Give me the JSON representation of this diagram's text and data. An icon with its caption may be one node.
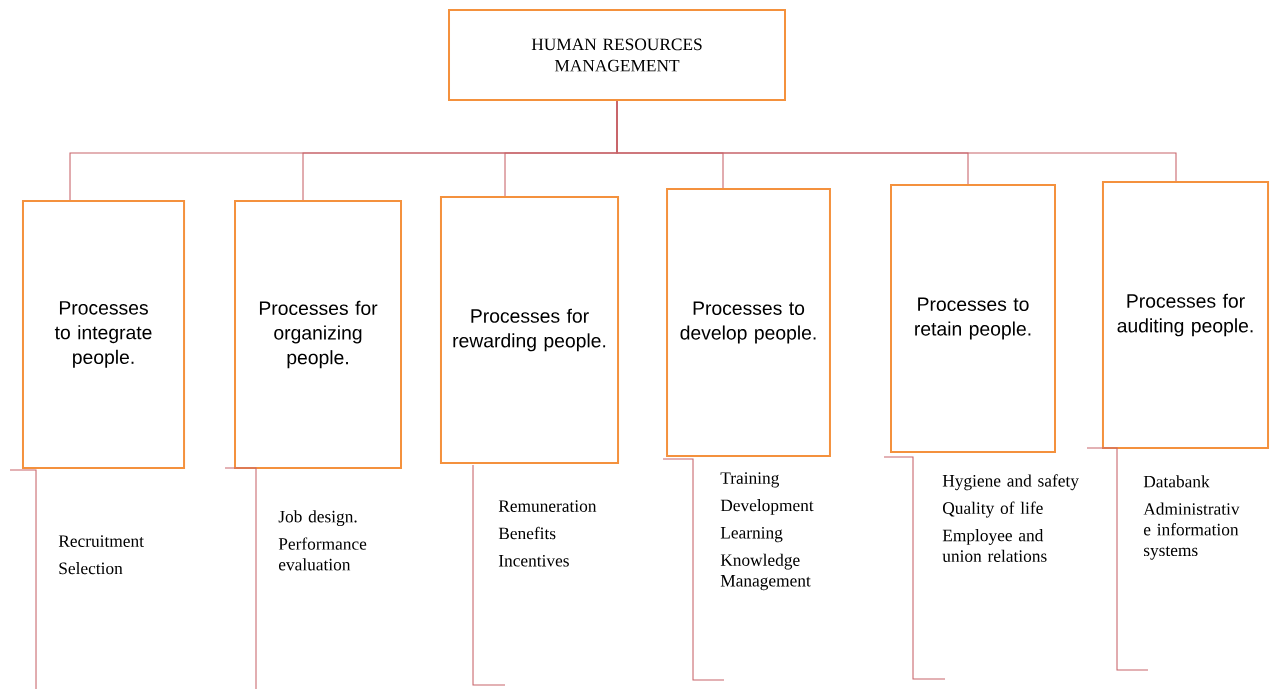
{
  "diagram": {
    "nodes": [
      {
        "text": [
          "HUMAN RESOURCES MANAGEMENT"
        ]
      },
      {
        "text": [
          "Processes to integrate people."
        ]
      },
      {
        "text": [
          "Processes for organizing people."
        ]
      },
      {
        "text": [
          "Processes for rewarding people."
        ]
      },
      {
        "text": [
          "Processes to develop people."
        ]
      },
      {
        "text": [
          "Processes to retain people."
        ]
      },
      {
        "text": [
          "Processes for auditing people."
        ]
      },
      {
        "text": [
          "Recruitment",
          "Selection"
        ]
      },
      {
        "text": [
          "Job design.",
          "Performance evaluation"
        ]
      },
      {
        "text": [
          "Remuneration",
          "Benefits",
          "Incentives"
        ]
      },
      {
        "text": [
          "Training",
          "Development",
          "Learning",
          "Knowledge Management"
        ]
      },
      {
        "text": [
          "Hygiene and safety",
          "Quality of life",
          "Employee and union relations"
        ]
      },
      {
        "text": [
          "Databank",
          "Administrativ e information systems"
        ]
      }
    ],
    "edges": [
      {
        "from": 0,
        "to": 1,
        "arrow": "none"
      },
      {
        "from": 0,
        "to": 2,
        "arrow": "none"
      },
      {
        "from": 0,
        "to": 3,
        "arrow": "none"
      },
      {
        "from": 0,
        "to": 4,
        "arrow": "none"
      },
      {
        "from": 0,
        "to": 5,
        "arrow": "none"
      },
      {
        "from": 0,
        "to": 6,
        "arrow": "none"
      }
    ]
  }
}
